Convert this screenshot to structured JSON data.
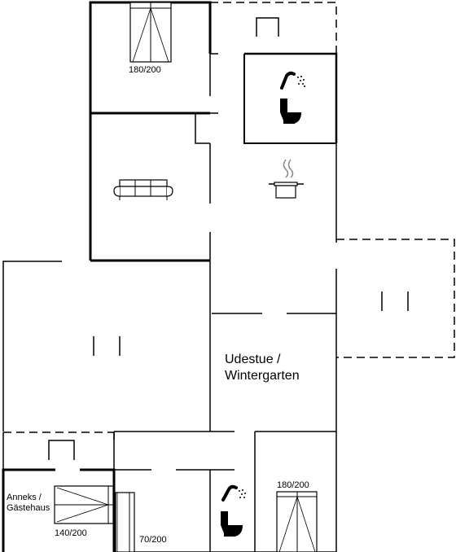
{
  "labels": {
    "bed_top": "180/200",
    "bed_right": "180/200",
    "bed_annex": "140/200",
    "bed_single": "70/200",
    "annex_line1": "Anneks /",
    "annex_line2": "Gästehaus",
    "sunroom_line1": "Udestue /",
    "sunroom_line2": "Wintergarten"
  },
  "icons": {
    "upper_bath": [
      "shower-icon",
      "toilet-icon"
    ],
    "kitchen": [
      "cooking-pot-icon"
    ],
    "living_room": [
      "sofa-icon"
    ],
    "lower_bath": [
      "shower-icon",
      "toilet-icon"
    ]
  },
  "colors": {
    "line": "#000000",
    "background": "#ffffff"
  }
}
